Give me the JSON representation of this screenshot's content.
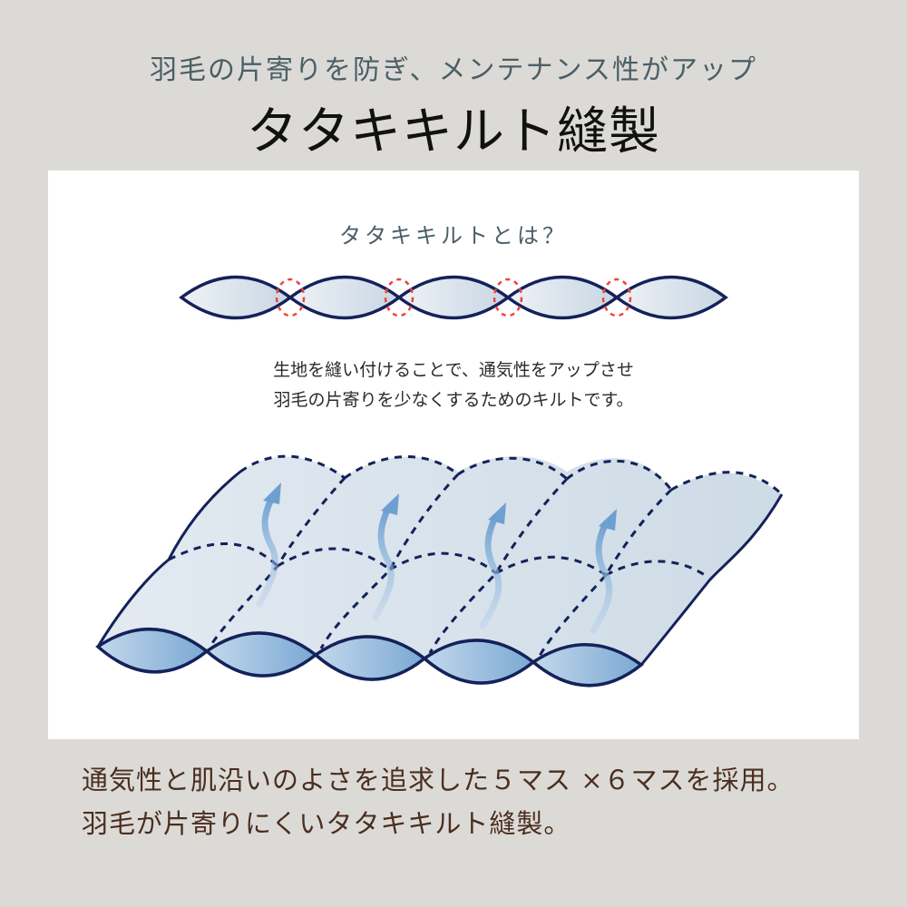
{
  "header": {
    "subtitle": "羽毛の片寄りを防ぎ、メンテナンス性がアップ",
    "title": "タタキキルト縫製"
  },
  "panel": {
    "heading": "タタキキルトとは？",
    "description_lines": [
      "生地を縫い付けることで、通気性をアップさせ",
      "羽毛の片寄りを少なくするためのキルトです。"
    ],
    "top_diagram": {
      "segments": 5,
      "stitch_points_highlighted": 4,
      "highlight_color": "#e8453c",
      "outline_color": "#14215a",
      "fill_color": "#d6e1ea"
    },
    "perspective_diagram": {
      "front_segments": 5,
      "airflow_arrows": 4,
      "outline_color": "#14215a",
      "fill_color": "#d3dfe9",
      "front_fill_color": "#8ab2d8",
      "arrow_color": "#6d9fd1"
    }
  },
  "footer": {
    "lines": [
      "通気性と肌沿いのよさを追求した５マス ×６マスを採用。",
      "羽毛が片寄りにくいタタキキルト縫製。"
    ]
  },
  "colors": {
    "background": "#dcdad7",
    "panel": "#ffffff",
    "subtitle": "#4a5f66",
    "title": "#111111",
    "footer_text": "#4a2e1e"
  }
}
